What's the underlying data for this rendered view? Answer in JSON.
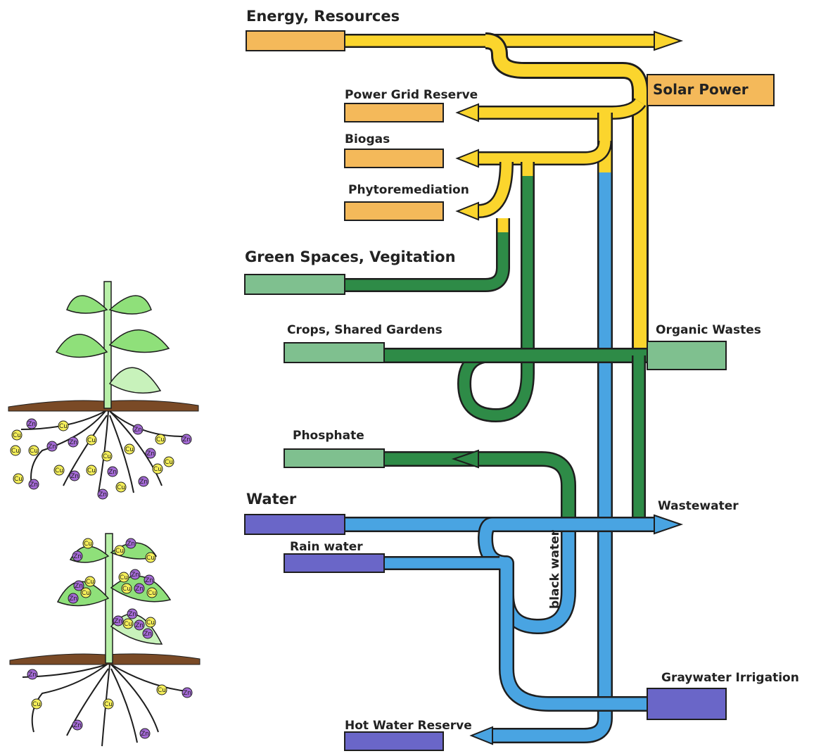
{
  "labels": {
    "energy_resources": "Energy, Resources",
    "solar_power": "Solar Power",
    "power_grid_reserve": "Power Grid Reserve",
    "biogas": "Biogas",
    "phytoremediation": "Phytoremediation",
    "green_spaces": "Green Spaces, Vegitation",
    "crops": "Crops, Shared Gardens",
    "organic_wastes": "Organic Wastes",
    "phosphate": "Phosphate",
    "water": "Water",
    "wastewater": "Wastewater",
    "rain_water": "Rain water",
    "black_water": "black water",
    "graywater_irrigation": "Graywater Irrigation",
    "hot_water_reserve": "Hot Water Reserve"
  },
  "element_symbols": {
    "copper": "Cu",
    "zinc": "Zn"
  },
  "colors": {
    "energy_box": "#f4b95a",
    "energy_pipe": "#fbd52d",
    "green_box": "#7fc08f",
    "green_pipe": "#2e8b47",
    "water_box": "#6a66c8",
    "water_pipe": "#49a4e2",
    "copper_node": "#f5ef5a",
    "zinc_node": "#a46ad6",
    "leaf": "#8fe07a",
    "stem": "#b8f0a8",
    "soil": "#7a4a26"
  }
}
